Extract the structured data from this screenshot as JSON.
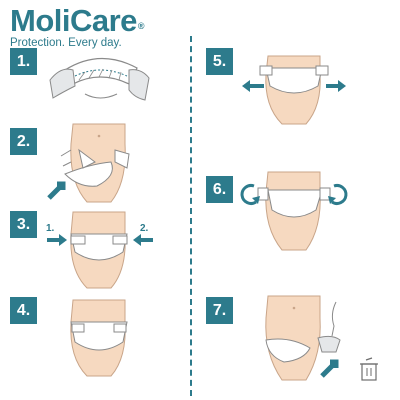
{
  "brand": {
    "name": "MoliCare",
    "registered": "®",
    "tagline": "Protection. Every day."
  },
  "steps": [
    {
      "number": "1."
    },
    {
      "number": "2."
    },
    {
      "number": "3.",
      "left_label": "1.",
      "right_label": "2."
    },
    {
      "number": "4."
    },
    {
      "number": "5."
    },
    {
      "number": "6."
    },
    {
      "number": "7."
    }
  ],
  "icons": [
    "arrow-icon",
    "recycle-bin-icon",
    "rotate-arrow-icon"
  ],
  "colors": {
    "accent": "#2d7b8c",
    "skin": "#f6d9c0",
    "pad": "#ffffff",
    "outline": "#8a8a8a"
  }
}
